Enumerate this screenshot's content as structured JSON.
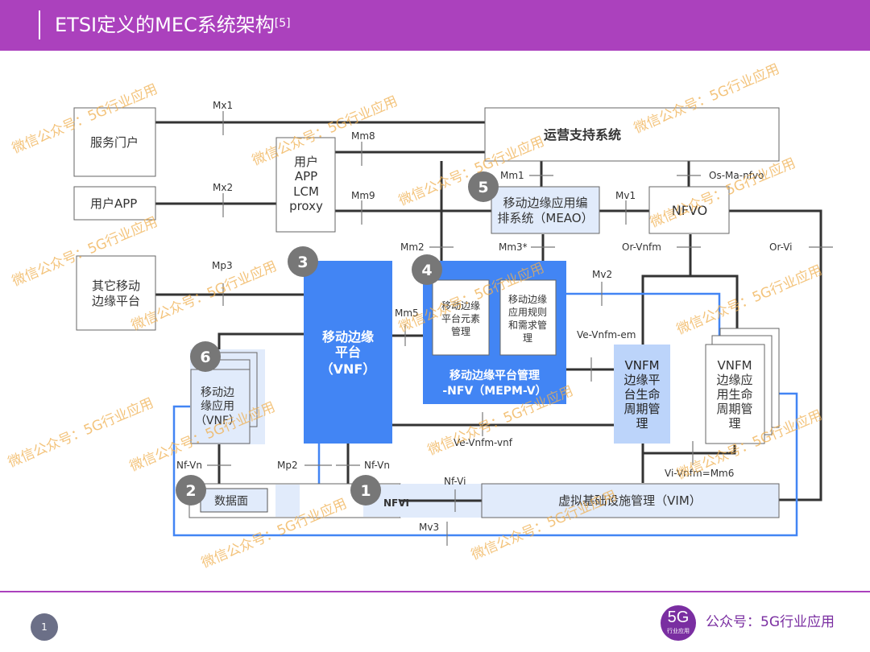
{
  "header": {
    "title": "ETSI定义的MEC系统架构",
    "ref": "[5]"
  },
  "boxes": {
    "service_portal": "服务门户",
    "user_app": "用户APP",
    "user_app_lcm_proxy": [
      "用户",
      "APP",
      "LCM",
      "proxy"
    ],
    "oss": "运营支持系统",
    "other_mep": [
      "其它移动",
      "边缘平台"
    ],
    "meao": [
      "移动边缘应用编",
      "排系统（MEAO）"
    ],
    "nfvo": "NFVO",
    "mep": [
      "移动边缘",
      "平台",
      "（VNF）"
    ],
    "mepm_v": [
      "移动边缘平台管理",
      "-NFV（MEPM-V）"
    ],
    "mep_element_mgmt": [
      "移动边缘",
      "平台元素",
      "管理"
    ],
    "app_rules_mgmt": [
      "移动边缘",
      "应用规则",
      "和需求管",
      "理"
    ],
    "vnfm_platform": [
      "VNFM",
      "边缘平",
      "台生命",
      "周期管",
      "理"
    ],
    "vnfm_app": [
      "VNFM",
      "边缘应",
      "用生命",
      "周期管",
      "理"
    ],
    "me_app": [
      "移动边",
      "缘应用",
      "（VNF）"
    ],
    "data_plane": "数据面",
    "nfvi": "NFVI",
    "vim": "虚拟基础设施管理（VIM）"
  },
  "badges": [
    "1",
    "2",
    "3",
    "4",
    "5",
    "6"
  ],
  "reference_points": {
    "mx1": "Mx1",
    "mx2": "Mx2",
    "mm8": "Mm8",
    "mm9": "Mm9",
    "mm1": "Mm1",
    "mm2": "Mm2",
    "mm3": "Mm3*",
    "mm5": "Mm5",
    "mp3": "Mp3",
    "mp2": "Mp2",
    "mv1": "Mv1",
    "mv2": "Mv2",
    "mv3": "Mv3",
    "os_ma_nfvo": "Os-Ma-nfvo",
    "or_vnfm": "Or-Vnfm",
    "or_vi": "Or-Vi",
    "ve_vnfm_em": "Ve-Vnfm-em",
    "ve_vnfm_vnf": "Ve-Vnfm-vnf",
    "vi_vnfm": "Vi-Vnfm=Mm6",
    "nf_vn_left": "Nf-Vn",
    "nf_vn_right": "Nf-Vn",
    "nf_vi": "Nf-Vi"
  },
  "watermark": "微信公众号：5G行业应用",
  "footer": {
    "page": "1",
    "logo_big": "5G",
    "logo_small": "行业应用",
    "brand": "公众号：5G行业应用"
  },
  "colors": {
    "header": "#ab41bd",
    "blue": "#4285f4",
    "light_blue": "#e1ebfb",
    "mid_blue": "#bcd4fa",
    "badge": "#777777"
  }
}
